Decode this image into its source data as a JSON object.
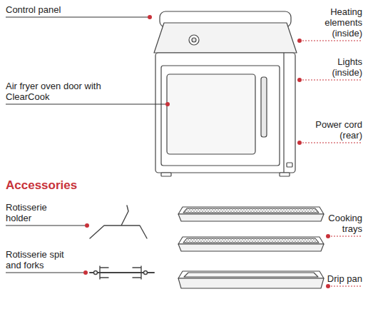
{
  "diagram": {
    "labels": [
      "Control panel",
      "Heating elements (inside)",
      "Lights (inside)",
      "Air fryer oven door with ClearCook",
      "Power cord (rear)",
      "Accessories",
      "Rotisserie holder",
      "Rotisserie spit and forks",
      "Cooking trays",
      "Drip pan"
    ]
  }
}
